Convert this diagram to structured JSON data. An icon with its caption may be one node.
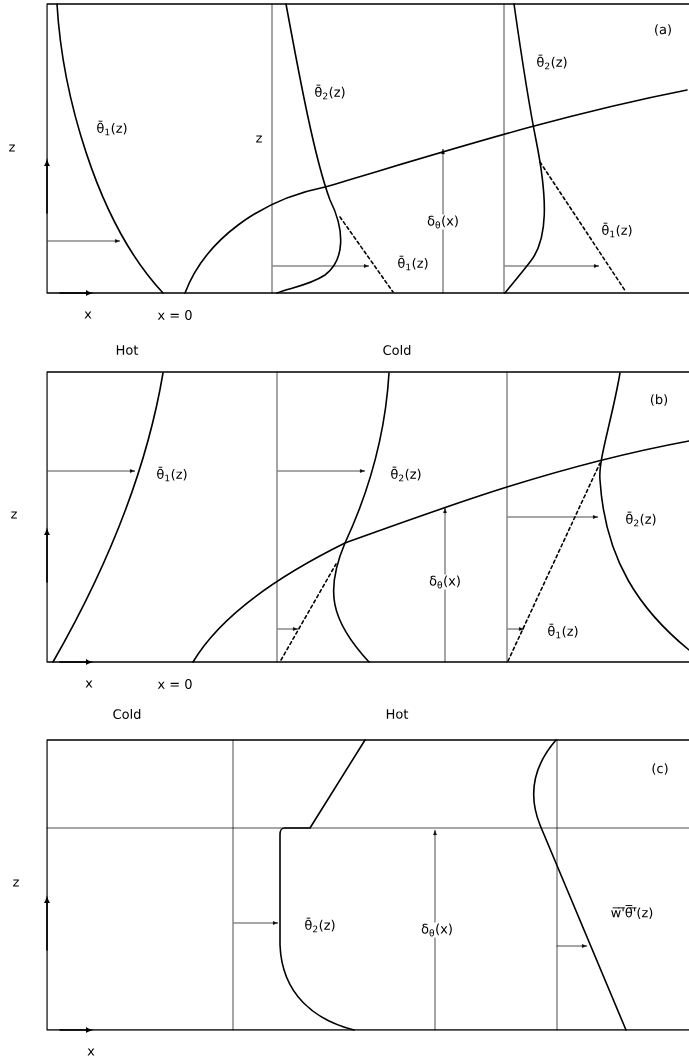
{
  "diagram": {
    "labels": [
      "(a)",
      "θ̄$_{2}$(z)",
      "θ̄$_{2}$(z)",
      "θ̄$_{1}$(z)",
      "z",
      "z",
      "δ$_{θ}$(x)",
      "θ̄$_{1}$(z)",
      "θ̄$_{1}$(z)",
      "x",
      "x = 0",
      "Hot",
      "Cold",
      "(b)",
      "θ̄$_{1}$(z)",
      "θ̄$_{2}$(z)",
      "z",
      "θ̄$_{2}$(z)",
      "δ$_{θ}$(x)",
      "θ̄$_{1}$(z)",
      "x",
      "x = 0",
      "Cold",
      "Hot",
      "(c)",
      "z",
      "θ̄$_{2}$(z)",
      "δ$_{θ}$(x)",
      "w̅'̅θ̅'̅(z)",
      "x"
    ]
  }
}
